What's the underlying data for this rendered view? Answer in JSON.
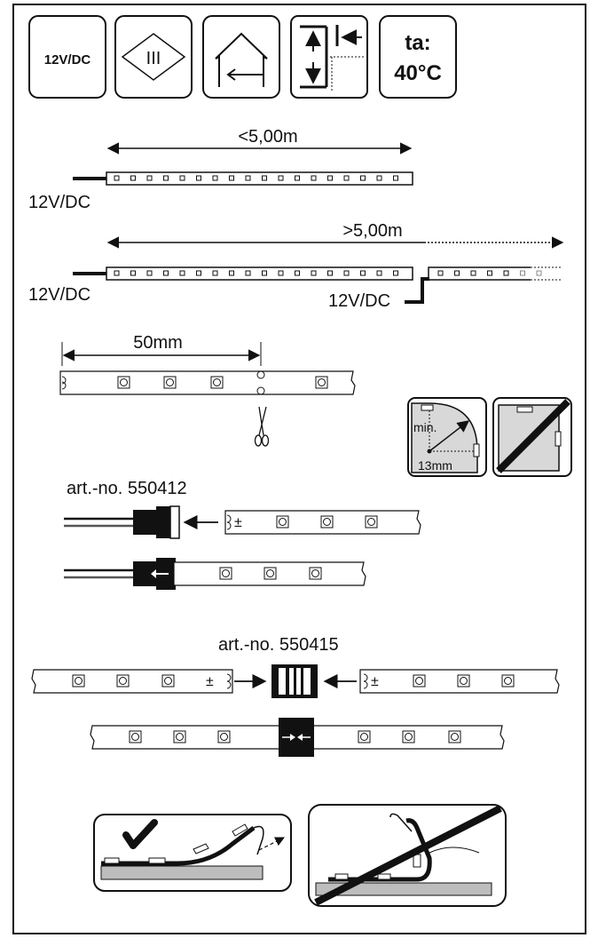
{
  "icons": {
    "voltage": "12V/DC",
    "protection_class": "III",
    "ta_line1": "ta:",
    "ta_line2": "40°C"
  },
  "length": {
    "max_label": "<5,00m",
    "over_label": ">5,00m",
    "supply_label_1": "12V/DC",
    "supply_label_2": "12V/DC",
    "supply_label_3": "12V/DC"
  },
  "cutting": {
    "interval_label": "50mm"
  },
  "bending": {
    "min_label": "min.",
    "radius_label": "13mm"
  },
  "connector_feed": {
    "art_no": "art.-no. 550412"
  },
  "connector_joint": {
    "art_no": "art.-no. 550415"
  },
  "colors": {
    "line": "#111111",
    "panel_grey": "#d8d8d8",
    "surface_grey": "#bdbdbd"
  }
}
